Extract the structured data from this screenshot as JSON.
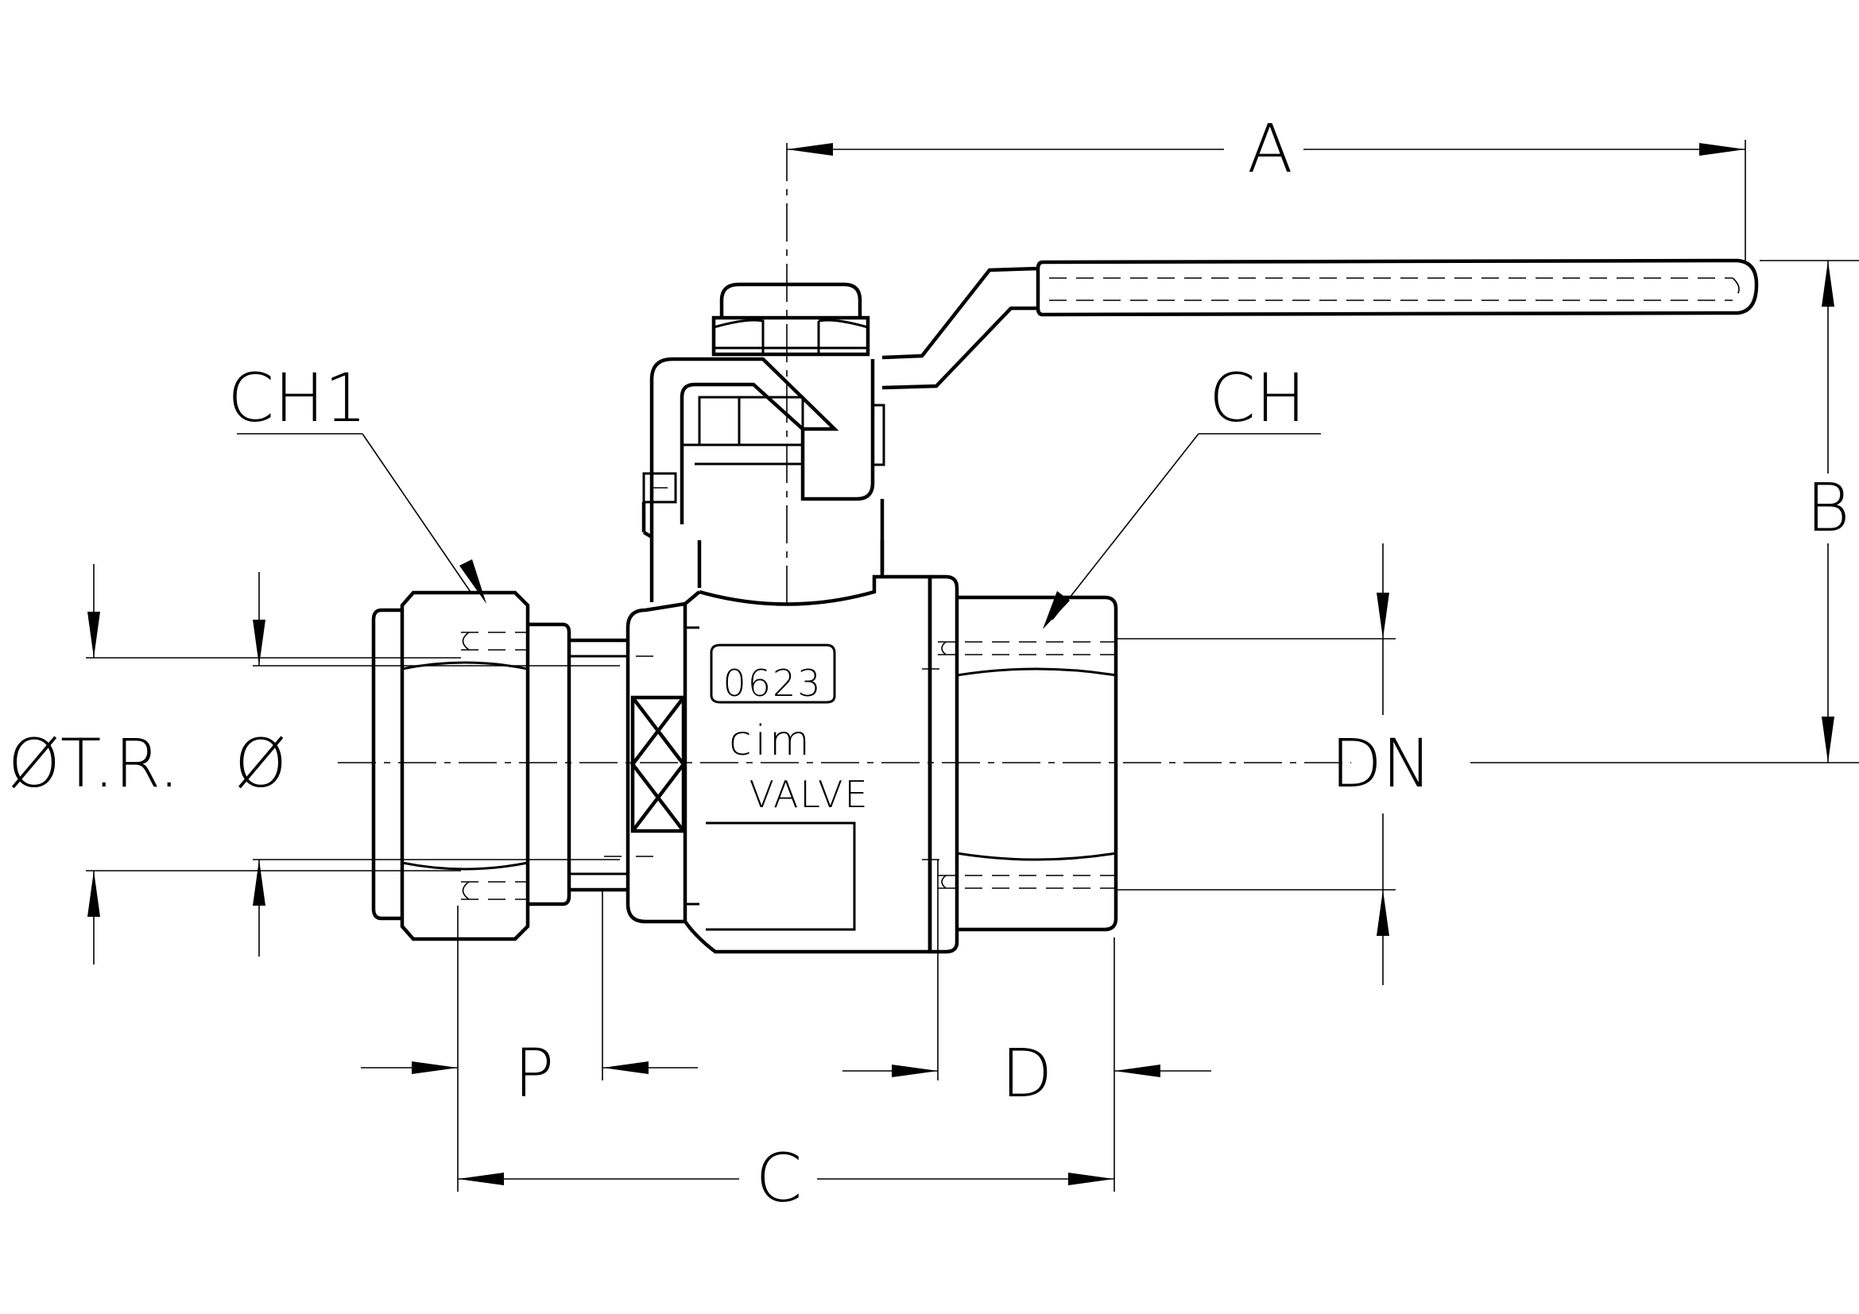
{
  "labels": {
    "a": "A",
    "b": "B",
    "c": "C",
    "d": "D",
    "p": "P",
    "dn": "DN",
    "ch": "CH",
    "ch1": "CH1",
    "o_tr": "ØT.R.",
    "o": "Ø"
  },
  "body_marking": {
    "number": "0623",
    "brand": "cim",
    "valve": "VALVE"
  }
}
